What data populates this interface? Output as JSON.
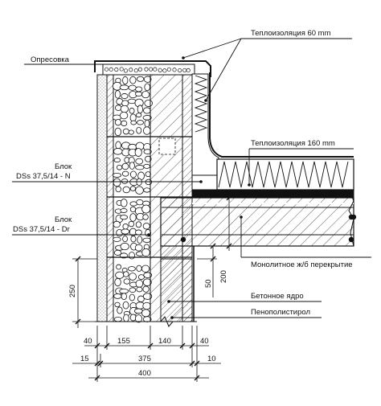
{
  "labels": {
    "insulation_top": "Теплоизоляция 60 mm",
    "flashing": "Опресовка",
    "block_n_line1": "Блок",
    "block_n_line2": "DSs 37,5/14 - N",
    "insulation_roof": "Теплоизоляция 160 mm",
    "block_dr_line1": "Блок",
    "block_dr_line2": "DSs 37,5/14 - Dr",
    "slab": "Монолитное ж/б перекрытие",
    "concrete_core": "Бетонное ядро",
    "polystyrene": "Пенополистирол"
  },
  "dimensions": {
    "d40_left": "40",
    "d155": "155",
    "d140": "140",
    "d40_right": "40",
    "d15": "15",
    "d375": "375",
    "d10": "10",
    "d400": "400",
    "d250": "250",
    "d50": "50",
    "d200": "200"
  }
}
